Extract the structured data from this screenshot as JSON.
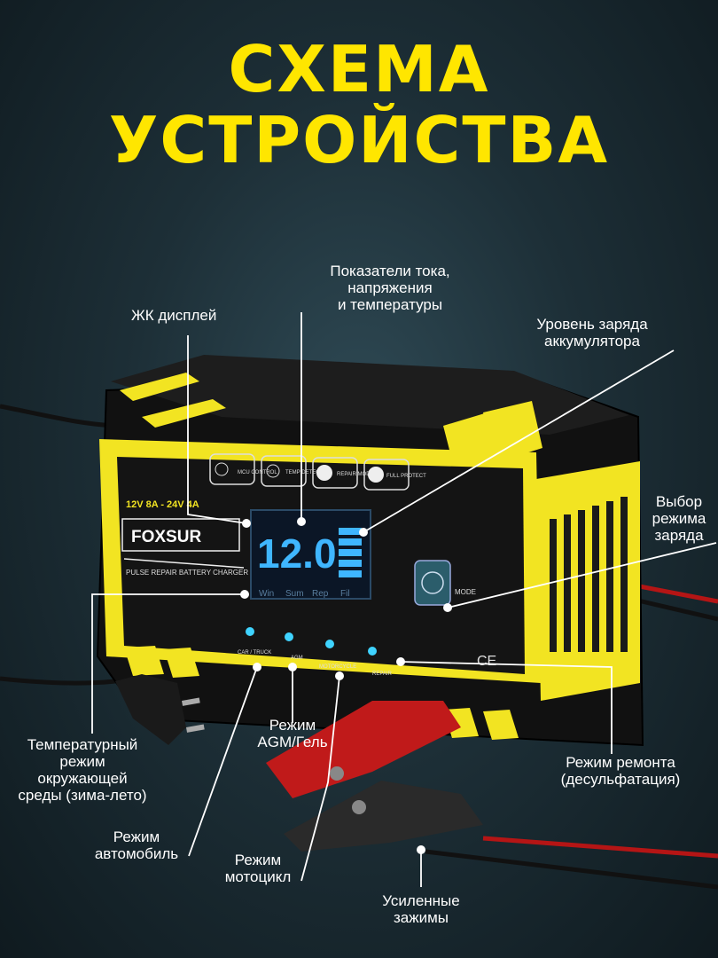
{
  "title": {
    "line1": "СХЕМА",
    "line2": "УСТРОЙСТВА"
  },
  "labels": {
    "lcd": "ЖК дисплей",
    "indicators": "Показатели тока,\nнапряжения\nи температуры",
    "battery_level": "Уровень заряда\nаккумулятора",
    "mode_select": "Выбор\nрежима\nзаряда",
    "temp_mode": "Температурный\nрежим\nокружающей\nсреды (зима-лето)",
    "agm_mode": "Режим\nAGM/Гель",
    "repair_mode": "Режим ремонта\n(десульфатация)",
    "car_mode": "Режим\nавтомобиль",
    "moto_mode": "Режим\nмотоцикл",
    "clamps": "Усиленные\nзажимы"
  },
  "device": {
    "brand": "FOXSUR",
    "rating": "12V 8A - 24V 4A",
    "subtitle": "PULSE REPAIR BATTERY CHARGER",
    "icons": [
      "MCU CONTROL",
      "TEMP DETECTION",
      "REPAIR MODE",
      "FULL PROTECT"
    ],
    "lcd_bottom": [
      "Win",
      "Sum",
      "Rep",
      "Fil"
    ],
    "mode_button": "MODE",
    "indicator_labels": [
      "CAR / TRUCK",
      "AGM",
      "MOTORCYCLE",
      "REPAIR"
    ],
    "ce_mark": "CE"
  },
  "colors": {
    "accent": "#ffe600",
    "device_yellow": "#f2e422",
    "lcd_blue": "#3fb6ff"
  }
}
